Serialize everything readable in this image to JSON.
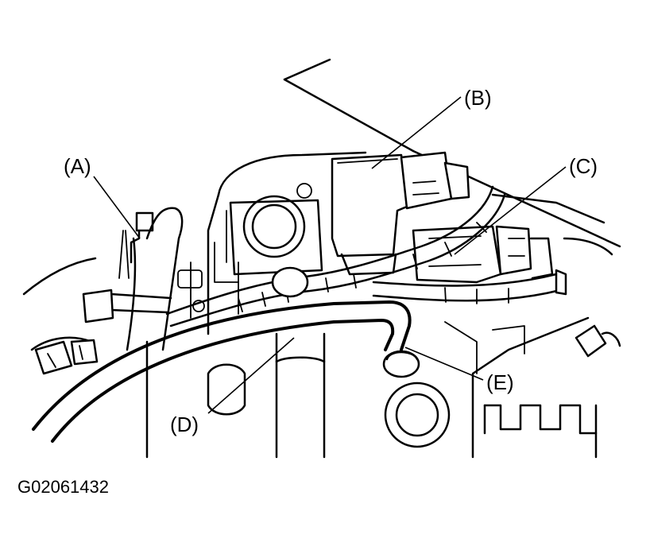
{
  "callouts": {
    "a": "(A)",
    "b": "(B)",
    "c": "(C)",
    "d": "(D)",
    "e": "(E)"
  },
  "figure_id": "G02061432"
}
